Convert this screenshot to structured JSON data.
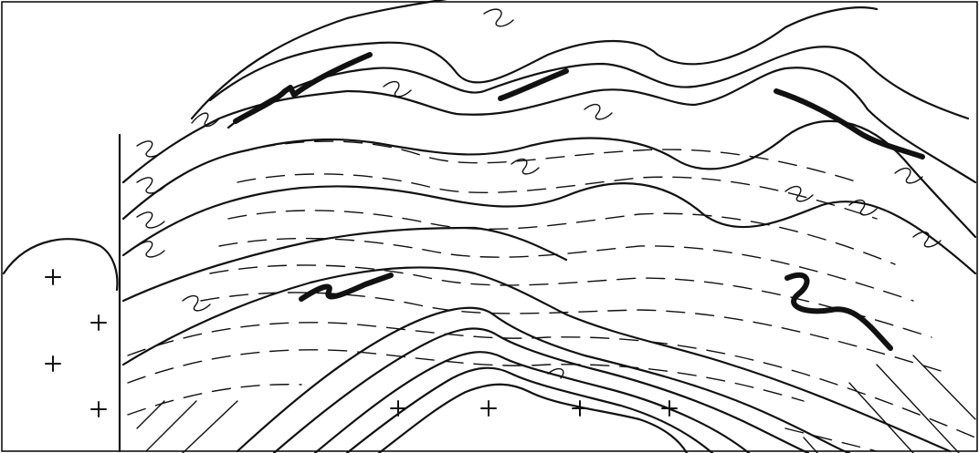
{
  "figure": {
    "type": "geological-cross-section",
    "colors": {
      "ink": "#111111",
      "paper": "#ffffff"
    },
    "symbols": {
      "granite_marker": "plus-sign",
      "marker_bed": "thick-black-lens"
    }
  }
}
